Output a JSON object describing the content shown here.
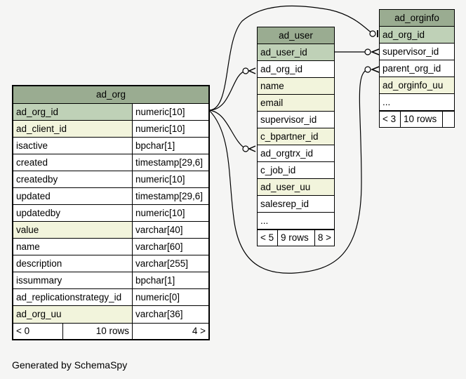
{
  "tables": {
    "ad_org": {
      "name": "ad_org",
      "columns": [
        {
          "name": "ad_org_id",
          "type": "numeric[10]",
          "style": "pk"
        },
        {
          "name": "ad_client_id",
          "type": "numeric[10]",
          "style": "idx"
        },
        {
          "name": "isactive",
          "type": "bpchar[1]",
          "style": ""
        },
        {
          "name": "created",
          "type": "timestamp[29,6]",
          "style": ""
        },
        {
          "name": "createdby",
          "type": "numeric[10]",
          "style": ""
        },
        {
          "name": "updated",
          "type": "timestamp[29,6]",
          "style": ""
        },
        {
          "name": "updatedby",
          "type": "numeric[10]",
          "style": ""
        },
        {
          "name": "value",
          "type": "varchar[40]",
          "style": "idx"
        },
        {
          "name": "name",
          "type": "varchar[60]",
          "style": ""
        },
        {
          "name": "description",
          "type": "varchar[255]",
          "style": ""
        },
        {
          "name": "issummary",
          "type": "bpchar[1]",
          "style": ""
        },
        {
          "name": "ad_replicationstrategy_id",
          "type": "numeric[0]",
          "style": ""
        },
        {
          "name": "ad_org_uu",
          "type": "varchar[36]",
          "style": "idx"
        }
      ],
      "nav": {
        "parents": "< 0",
        "rows": "10 rows",
        "children": "4 >"
      }
    },
    "ad_user": {
      "name": "ad_user",
      "columns": [
        {
          "name": "ad_user_id",
          "style": "pk"
        },
        {
          "name": "ad_org_id",
          "style": ""
        },
        {
          "name": "name",
          "style": "idx"
        },
        {
          "name": "email",
          "style": "idx"
        },
        {
          "name": "supervisor_id",
          "style": ""
        },
        {
          "name": "c_bpartner_id",
          "style": "idx"
        },
        {
          "name": "ad_orgtrx_id",
          "style": ""
        },
        {
          "name": "c_job_id",
          "style": ""
        },
        {
          "name": "ad_user_uu",
          "style": "idx"
        },
        {
          "name": "salesrep_id",
          "style": ""
        },
        {
          "name": "...",
          "style": ""
        }
      ],
      "nav": {
        "parents": "< 5",
        "rows": "9 rows",
        "children": "8 >"
      }
    },
    "ad_orginfo": {
      "name": "ad_orginfo",
      "columns": [
        {
          "name": "ad_org_id",
          "style": "pk"
        },
        {
          "name": "supervisor_id",
          "style": ""
        },
        {
          "name": "parent_org_id",
          "style": ""
        },
        {
          "name": "ad_orginfo_uu",
          "style": "idx"
        },
        {
          "name": "...",
          "style": ""
        }
      ],
      "nav": {
        "parents": "< 3",
        "rows": "10 rows",
        "children": ""
      }
    }
  },
  "colors": {
    "header": "#9aac91",
    "primary_key": "#bfd1b7",
    "indexed": "#f2f4dc",
    "background": "#f5f5f4"
  },
  "footer": "Generated by SchemaSpy"
}
